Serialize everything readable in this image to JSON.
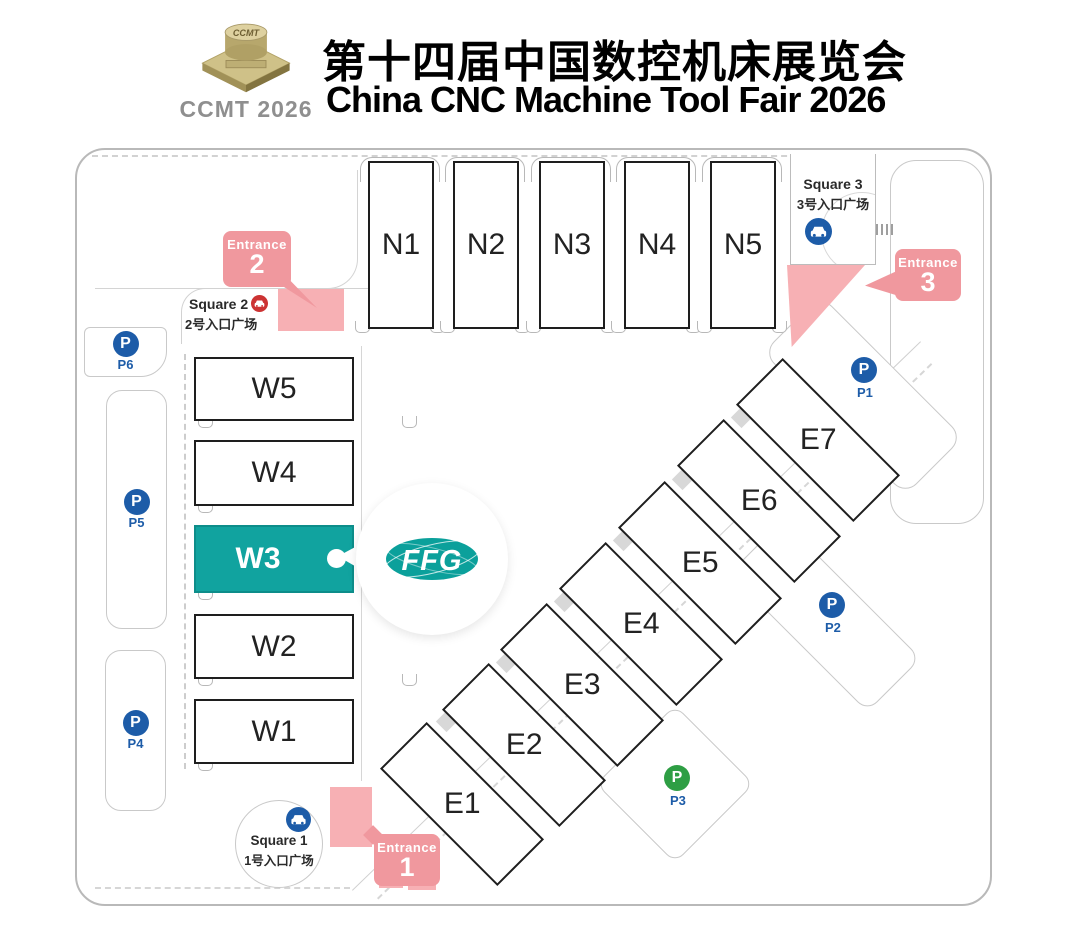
{
  "header": {
    "logo_text": "CCMT",
    "logo_caption": "CCMT 2026",
    "title_zh": "第十四届中国数控机床展览会",
    "title_en": "China CNC Machine Tool Fair 2026"
  },
  "map": {
    "halls": {
      "north": [
        {
          "label": "N1"
        },
        {
          "label": "N2"
        },
        {
          "label": "N3"
        },
        {
          "label": "N4"
        },
        {
          "label": "N5"
        }
      ],
      "west": [
        {
          "label": "W5"
        },
        {
          "label": "W4"
        },
        {
          "label": "W3"
        },
        {
          "label": "W2"
        },
        {
          "label": "W1"
        }
      ],
      "east": [
        {
          "label": "E1"
        },
        {
          "label": "E2"
        },
        {
          "label": "E3"
        },
        {
          "label": "E4"
        },
        {
          "label": "E5"
        },
        {
          "label": "E6"
        },
        {
          "label": "E7"
        }
      ]
    },
    "highlight": {
      "hall": "W3",
      "exhibitor": "FFG"
    },
    "entrances": [
      {
        "word": "Entrance",
        "number": "1"
      },
      {
        "word": "Entrance",
        "number": "2"
      },
      {
        "word": "Entrance",
        "number": "3"
      }
    ],
    "squares": [
      {
        "en": "Square 1",
        "zh": "1号入口广场"
      },
      {
        "en": "Square 2",
        "zh": "2号入口广场"
      },
      {
        "en": "Square 3",
        "zh": "3号入口广场"
      }
    ],
    "parking": [
      {
        "label": "P1",
        "icon": "P"
      },
      {
        "label": "P2",
        "icon": "P"
      },
      {
        "label": "P3",
        "icon": "P"
      },
      {
        "label": "P4",
        "icon": "P"
      },
      {
        "label": "P5",
        "icon": "P"
      },
      {
        "label": "P6",
        "icon": "P"
      }
    ]
  },
  "colors": {
    "highlight_teal": "#11a39f",
    "entrance_pink": "#f0989e",
    "area_pink": "#f7b0b4",
    "parking_blue": "#1d5ca8",
    "parking_green": "#2e9e44",
    "square2_icon_red": "#cc3333"
  }
}
